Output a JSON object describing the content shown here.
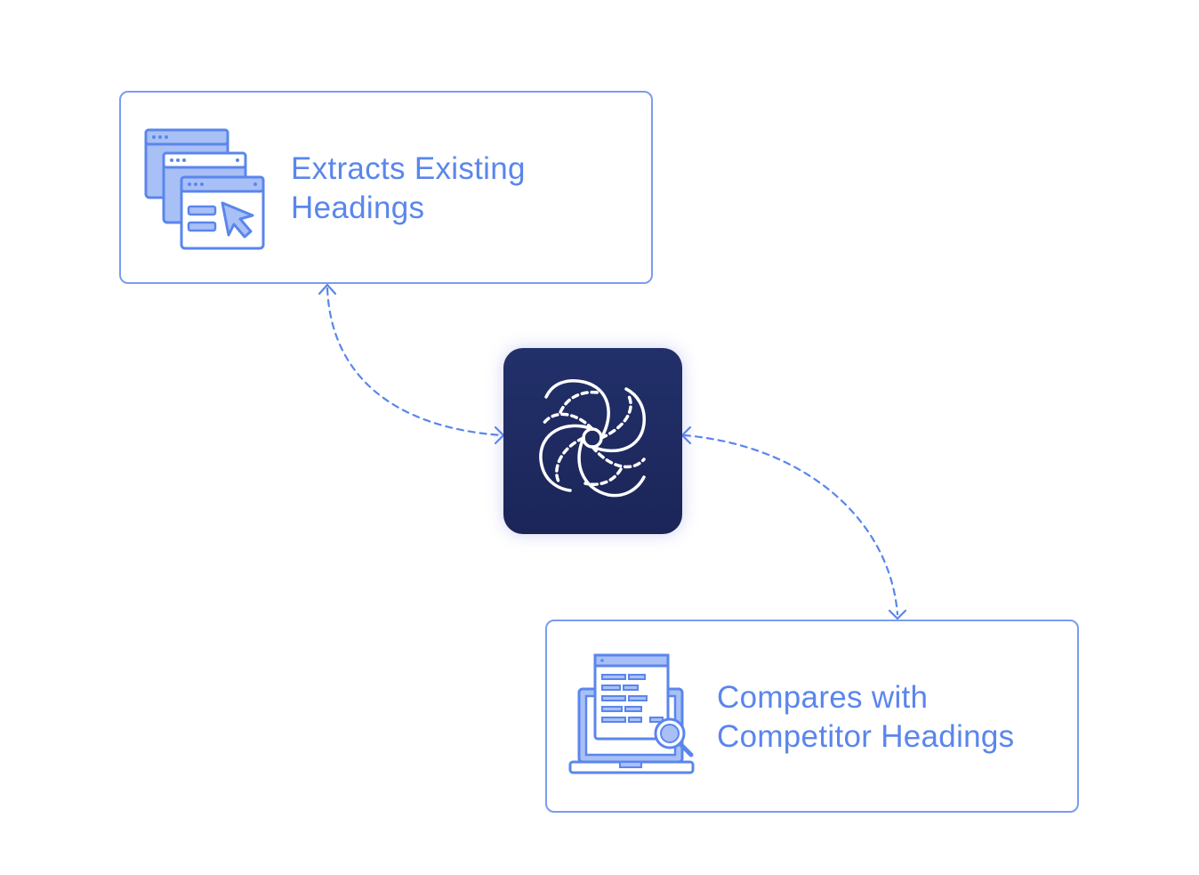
{
  "diagram": {
    "hub": {
      "icon": "galaxy-spiral-icon",
      "background_color": "#1e2a5e",
      "icon_color": "#ffffff"
    },
    "nodes": [
      {
        "id": "extract",
        "label_lines": [
          "Extracts Existing",
          "Headings"
        ],
        "icon": "stacked-browser-windows-cursor-icon"
      },
      {
        "id": "compare",
        "label_lines": [
          "Compares with",
          "Competitor Headings"
        ],
        "icon": "laptop-document-magnifier-icon"
      }
    ],
    "connectors": [
      {
        "from": "extract",
        "to": "hub",
        "style": "dashed",
        "arrows": "both"
      },
      {
        "from": "hub",
        "to": "compare",
        "style": "dashed",
        "arrows": "both"
      }
    ],
    "colors": {
      "accent": "#5a86ec",
      "border": "#7a9cf0",
      "icon_fill": "#a9c0f7"
    }
  }
}
